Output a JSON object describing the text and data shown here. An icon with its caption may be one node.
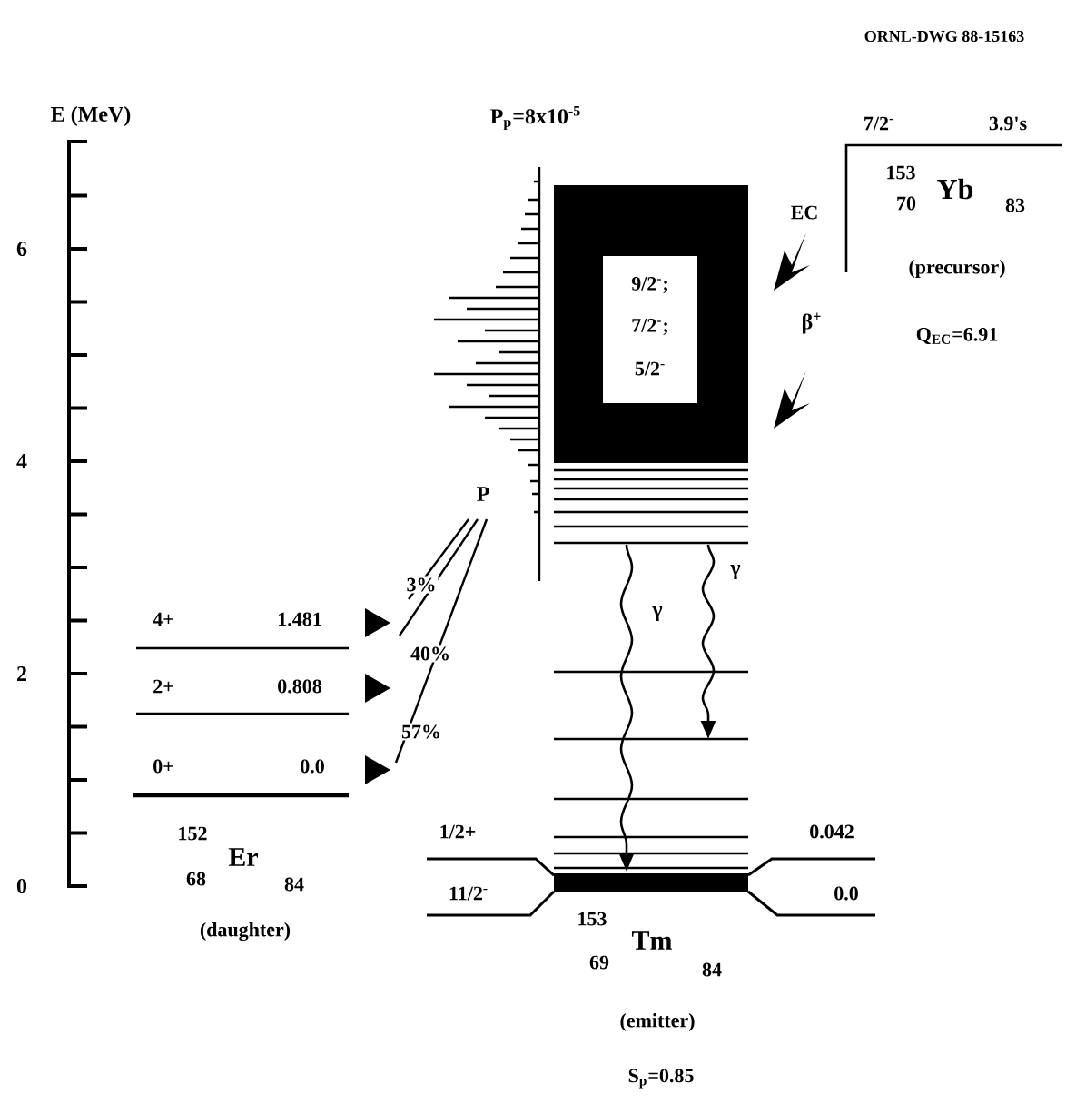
{
  "diagram": {
    "labels": [
      "ORNL-DWG 88-15163",
      "E (MeV)",
      "6",
      "4",
      "2",
      "0",
      "P$_{p}$=8x10$^{-5}$",
      "7/2$^{-}$",
      "3.9's",
      "EC",
      "153",
      "Yb",
      "70",
      "83",
      "9/2$^{-}$;",
      "(precursor)",
      "7/2$^{-}$;",
      "β$^{+}$",
      "Q$_{EC}$=6.91",
      "5/2$^{-}$",
      "P",
      "γ",
      "3%",
      "4+",
      "1.481",
      "γ",
      "40%",
      "2+",
      "0.808",
      "57%",
      "0+",
      "0.0",
      "152",
      "Er",
      "68",
      "84",
      "1/2+",
      "0.042",
      "11/2$^{-}$",
      "0.0",
      "(daughter)",
      "153",
      "Tm",
      "69",
      "84",
      "(emitter)",
      "S$_{p}$=0.85"
    ]
  }
}
